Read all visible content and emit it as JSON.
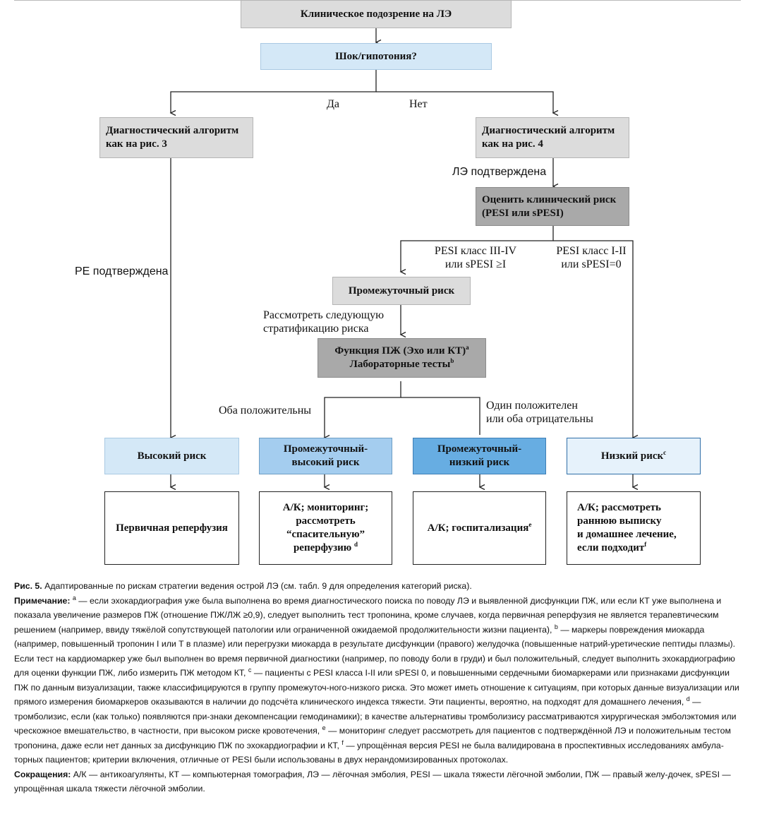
{
  "diagram": {
    "nodes": {
      "suspicion": "Клиническое подозрение на ЛЭ",
      "shock": "Шок/гипотония?",
      "algo3_l1": "Диагностический алгоритм",
      "algo3_l2": "как на рис. 3",
      "algo4_l1": "Диагностический алгоритм",
      "algo4_l2": "как на рис. 4",
      "assess_l1": "Оценить клинический риск",
      "assess_l2": "(PESI или sPESI)",
      "intermediate": "Промежуточный риск",
      "rv_l1": "Функция ПЖ (Эхо или КТ)",
      "rv_l1_sup": "a",
      "rv_l2": "Лабораторные тесты",
      "rv_l2_sup": "b",
      "high": "Высокий риск",
      "ih_l1": "Промежуточный-",
      "ih_l2": "высокий риск",
      "il_l1": "Промежуточный-",
      "il_l2": "низкий риск",
      "low": "Низкий риск",
      "low_sup": "c",
      "reperfusion": "Первичная реперфузия",
      "ih_act_l1": "А/К; мониторинг;",
      "ih_act_l2": "рассмотреть",
      "ih_act_l3": "“спасительную”",
      "ih_act_l4": "реперфузию",
      "ih_act_sup": "d",
      "il_act": "А/К; госпитализация",
      "il_act_sup": "e",
      "low_act_l1": "А/К; рассмотреть",
      "low_act_l2": "раннюю выписку",
      "low_act_l3": "и домашнее лечение,",
      "low_act_l4": "если подходит",
      "low_act_sup": "f"
    },
    "labels": {
      "yes": "Да",
      "no": "Нет",
      "pe_confirmed_left": "PE подтверждена",
      "pe_confirmed_right": "ЛЭ подтверждена",
      "pesi_high_l1": "PESI класс III-IV",
      "pesi_high_l2": "или sPESI ≥I",
      "pesi_low_l1": "PESI класс I-II",
      "pesi_low_l2": "или sPESI=0",
      "consider_l1": "Рассмотреть следующую",
      "consider_l2": "стратификацию риска",
      "both_positive": "Оба положительны",
      "one_pos_l1": "Один положителен",
      "one_pos_l2": "или оба отрицательны"
    }
  },
  "caption": {
    "fig_label": "Рис. 5.",
    "fig_text": "Адаптированные по рискам стратегии ведения острой ЛЭ (см. табл. 9 для определения категорий риска).",
    "note_label": "Примечание:",
    "note_a_sup": "a",
    "note_a": "— если эхокардиография уже была выполнена во время диагностического поиска по поводу ЛЭ и выявленной дисфункции ПЖ, или если КТ уже выполнена и показала увеличение размеров ПЖ (отношение ПЖ/ЛЖ ≥0,9), следует выполнить тест тропонина, кроме случаев, когда первичная реперфузия не является терапевтическим решением (например, ввиду тяжёлой сопутствующей патологии или ограниченной ожидаемой продолжительности жизни пациента),",
    "note_b_sup": "b",
    "note_b": "— маркеры повреждения миокарда (например, повышенный тропонин I или T в плазме) или перегрузки миокарда в результате дисфункции (правого) желудочка (повышенные натрий-уретические пептиды плазмы). Если тест на кардиомаркер уже был выполнен во время первичной диагностики (например, по поводу боли в груди) и был положительный, следует выполнить эхокардиографию для оценки функции ПЖ, либо измерить ПЖ методом КТ,",
    "note_c_sup": "c",
    "note_c": "— пациенты с PESI класса I-II или sPESI 0, и повышенными сердечными биомаркерами или признаками дисфункции ПЖ по данным визуализации, также классифицируются в группу промежуточ-ного-низкого риска. Это может иметь отношение к ситуациям, при которых данные визуализации или прямого измерения биомаркеров оказываются в наличии до подсчёта клинического индекса тяжести. Эти пациенты, вероятно, на подходят для домашнего лечения,",
    "note_d_sup": "d",
    "note_d": "— тромболизис, если (как только) появляются при-знаки декомпенсации гемодинамики); в качестве альтернативы тромболизису рассматриваются хирургическая эмболэктомия или чрескожное вмешательство, в частности, при высоком риске кровотечения,",
    "note_e_sup": "e",
    "note_e": "— мониторинг следует рассмотреть для пациентов с подтверждённой ЛЭ и положительным тестом тропонина, даже если нет данных за дисфункцию ПЖ по эхокардиографии и КТ,",
    "note_f_sup": "f",
    "note_f": "— упрощённая версия PESI не была валидирована в проспективных исследованиях амбула-торных пациентов; критерии включения, отличные от PESI были использованы в двух нерандомизированных протоколах.",
    "abbr_label": "Сокращения:",
    "abbr_text": "А/К — антикоагулянты, КТ — компьютерная томография, ЛЭ — лёгочная эмболия, PESI — шкала тяжести лёгочной эмболии, ПЖ — правый желу-дочек, sPESI — упрощённая шкала тяжести лёгочной эмболии."
  }
}
